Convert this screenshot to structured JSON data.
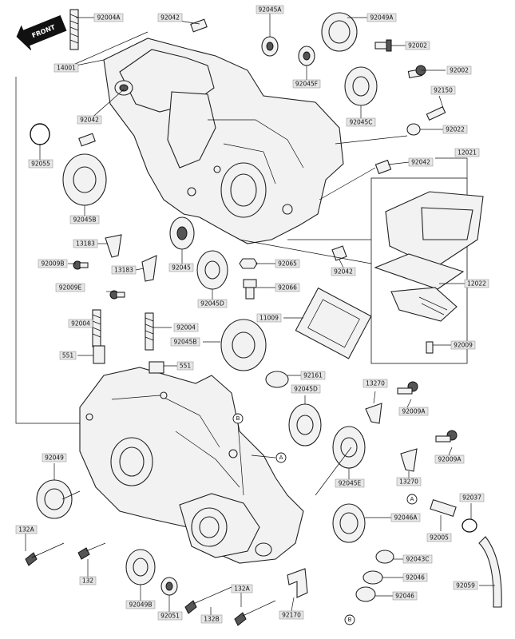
{
  "front_label": "FRONT",
  "labels": [
    {
      "id": "l01",
      "text": "92004A"
    },
    {
      "id": "l02",
      "text": "92042"
    },
    {
      "id": "l03",
      "text": "92045A"
    },
    {
      "id": "l04",
      "text": "92049A"
    },
    {
      "id": "l05",
      "text": "92002"
    },
    {
      "id": "l06",
      "text": "92002"
    },
    {
      "id": "l07",
      "text": "14001"
    },
    {
      "id": "l08",
      "text": "92045F"
    },
    {
      "id": "l09",
      "text": "92150"
    },
    {
      "id": "l10",
      "text": "92042"
    },
    {
      "id": "l11",
      "text": "92045C"
    },
    {
      "id": "l12",
      "text": "92022"
    },
    {
      "id": "l13",
      "text": "92055"
    },
    {
      "id": "l14",
      "text": "92042"
    },
    {
      "id": "l15",
      "text": "12021"
    },
    {
      "id": "l16",
      "text": "92045B"
    },
    {
      "id": "l17",
      "text": "13183"
    },
    {
      "id": "l18",
      "text": "92009B"
    },
    {
      "id": "l19",
      "text": "13183"
    },
    {
      "id": "l20",
      "text": "92045"
    },
    {
      "id": "l21",
      "text": "92065"
    },
    {
      "id": "l22",
      "text": "92042"
    },
    {
      "id": "l23",
      "text": "92009E"
    },
    {
      "id": "l24",
      "text": "92066"
    },
    {
      "id": "l25",
      "text": "12022"
    },
    {
      "id": "l26",
      "text": "92045D"
    },
    {
      "id": "l27",
      "text": "92004"
    },
    {
      "id": "l28",
      "text": "11009"
    },
    {
      "id": "l29",
      "text": "92004"
    },
    {
      "id": "l30",
      "text": "92045B"
    },
    {
      "id": "l31",
      "text": "92009"
    },
    {
      "id": "l32",
      "text": "551"
    },
    {
      "id": "l33",
      "text": "551"
    },
    {
      "id": "l34",
      "text": "92161"
    },
    {
      "id": "l35",
      "text": "13270"
    },
    {
      "id": "l36",
      "text": "92045D"
    },
    {
      "id": "l37",
      "text": "92009A"
    },
    {
      "id": "l38",
      "text": "92049"
    },
    {
      "id": "l39",
      "text": "92009A"
    },
    {
      "id": "l40",
      "text": "92045E"
    },
    {
      "id": "l41",
      "text": "13270"
    },
    {
      "id": "l42",
      "text": "92037"
    },
    {
      "id": "l43",
      "text": "92046A"
    },
    {
      "id": "l44",
      "text": "92005"
    },
    {
      "id": "l45",
      "text": "132A"
    },
    {
      "id": "l46",
      "text": "92043C"
    },
    {
      "id": "l47",
      "text": "92046"
    },
    {
      "id": "l48",
      "text": "132"
    },
    {
      "id": "l49",
      "text": "132A"
    },
    {
      "id": "l50",
      "text": "92059"
    },
    {
      "id": "l51",
      "text": "92046"
    },
    {
      "id": "l52",
      "text": "92049B"
    },
    {
      "id": "l53",
      "text": "92051"
    },
    {
      "id": "l54",
      "text": "132B"
    },
    {
      "id": "l55",
      "text": "92170"
    }
  ],
  "callouts": [
    {
      "id": "cB1",
      "text": "B"
    },
    {
      "id": "cA1",
      "text": "A"
    },
    {
      "id": "cA2",
      "text": "A"
    },
    {
      "id": "cB2",
      "text": "B"
    }
  ]
}
